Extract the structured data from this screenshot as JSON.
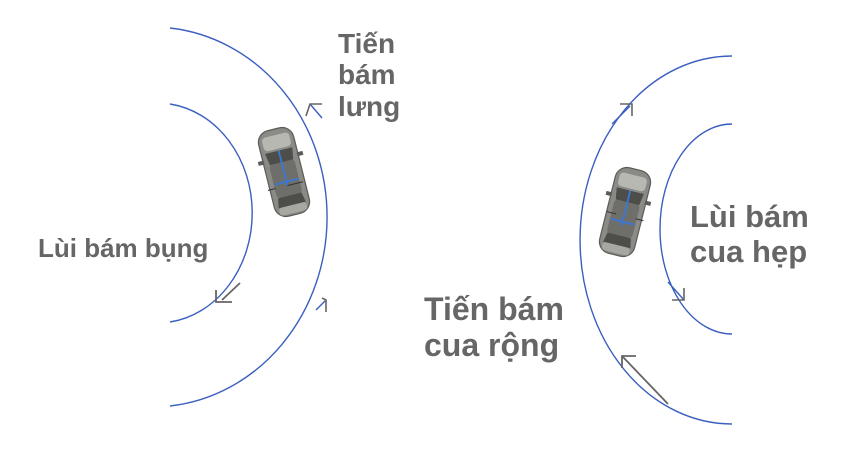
{
  "labels": {
    "left_forward": [
      "Tiến",
      "bám",
      "lưng"
    ],
    "left_reverse": [
      "Lùi bám bụng"
    ],
    "right_reverse": [
      "Lùi bám",
      "cua hẹp"
    ],
    "right_forward": [
      "Tiến bám",
      "cua rộng"
    ]
  },
  "colors": {
    "curve": "#3a5fbf",
    "text": "#666666",
    "car_body": "#8a8a86",
    "car_glass": "#4d4d4a",
    "axis": "#3a78d8"
  }
}
